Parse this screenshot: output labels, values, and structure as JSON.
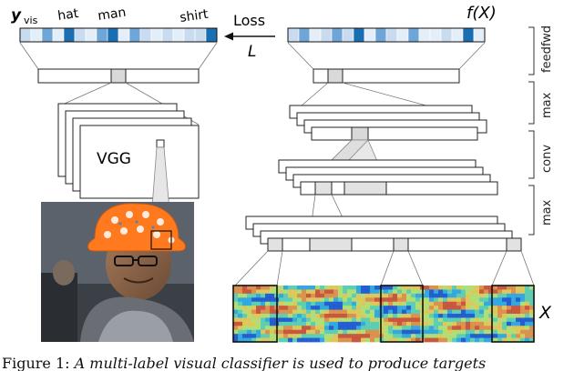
{
  "labels": {
    "y_vis_main": "y",
    "y_vis_sub": "vis",
    "hat": "hat",
    "man": "man",
    "shirt": "shirt",
    "loss": "Loss",
    "loss_var": "L",
    "fx": "f(X)",
    "vgg": "VGG",
    "x_var": "X"
  },
  "stages": [
    "feedfwd",
    "max",
    "conv",
    "max"
  ],
  "caption": {
    "lead": "Figure 1: ",
    "text": "A multi-label visual classifier is used to produce targets"
  },
  "colors": {
    "cell_dark": "#1a6fb3",
    "cell_mid": "#6ea6d8",
    "cell_light": "#c9dcef",
    "cell_pale": "#e4eef8"
  }
}
